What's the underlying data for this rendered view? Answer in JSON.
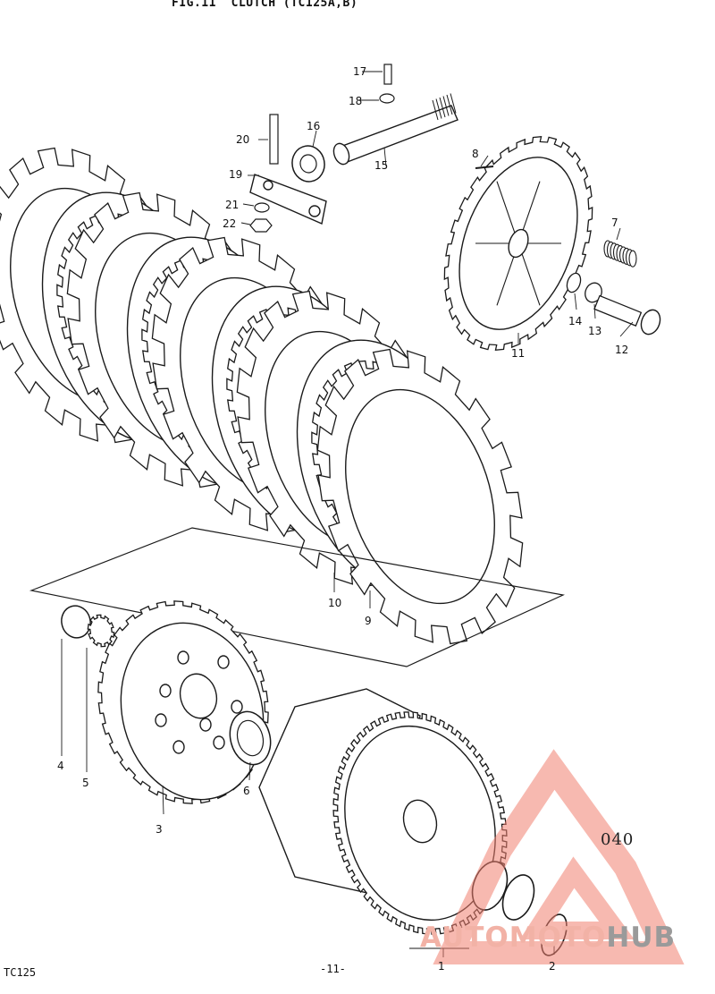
{
  "figure": {
    "title": "FIG.11  CLUTCH (TC125A,B)",
    "model": "TC125",
    "page_number": "-11-",
    "stamp": "040"
  },
  "watermark": {
    "text_part1": "AUTOMOTO",
    "text_part2": "HUB",
    "logo_color": "#f08070",
    "text_color": "#9a9a9a"
  },
  "callouts": [
    {
      "key": "c1",
      "label": "1"
    },
    {
      "key": "c2",
      "label": "2"
    },
    {
      "key": "c3",
      "label": "3"
    },
    {
      "key": "c4",
      "label": "4"
    },
    {
      "key": "c5",
      "label": "5"
    },
    {
      "key": "c6",
      "label": "6"
    },
    {
      "key": "c7",
      "label": "7"
    },
    {
      "key": "c8",
      "label": "8"
    },
    {
      "key": "c9",
      "label": "9"
    },
    {
      "key": "c10",
      "label": "10"
    },
    {
      "key": "c11",
      "label": "11"
    },
    {
      "key": "c12",
      "label": "12"
    },
    {
      "key": "c13",
      "label": "13"
    },
    {
      "key": "c14",
      "label": "14"
    },
    {
      "key": "c15",
      "label": "15"
    },
    {
      "key": "c16",
      "label": "16"
    },
    {
      "key": "c17",
      "label": "17"
    },
    {
      "key": "c18",
      "label": "18"
    },
    {
      "key": "c19",
      "label": "19"
    },
    {
      "key": "c20",
      "label": "20"
    },
    {
      "key": "c21",
      "label": "21"
    },
    {
      "key": "c22",
      "label": "22"
    }
  ]
}
